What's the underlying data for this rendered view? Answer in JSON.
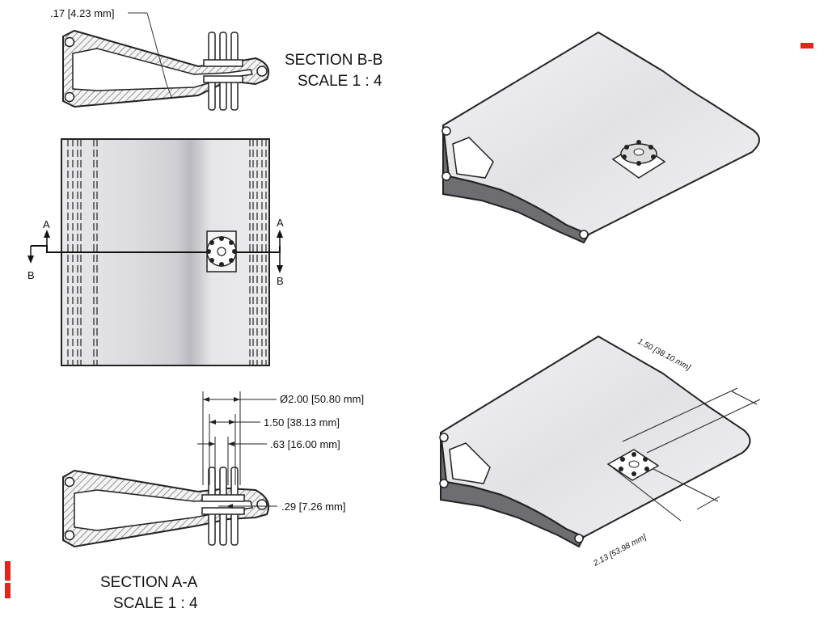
{
  "section_bb": {
    "title": "SECTION  B-B",
    "scale": "SCALE 1 : 4",
    "thickness": ".17 [4.23 mm]"
  },
  "section_aa": {
    "title": "SECTION  A-A",
    "scale": "SCALE 1 : 4",
    "dim_dia": "Ø2.00 [50.80 mm]",
    "dim_150": "1.50 [38.13 mm]",
    "dim_063": ".63 [16.00 mm]",
    "dim_029": ".29 [7.26 mm]"
  },
  "section_marks": {
    "a": "A",
    "b": "B"
  },
  "iso_view": {
    "dim_150": "1.50 [38.10 mm]",
    "dim_213": "2.13 [53.98 mm]"
  },
  "colors": {
    "accent": "#e3241b",
    "hatch": "#555555",
    "surface": "#e9e9ec"
  }
}
